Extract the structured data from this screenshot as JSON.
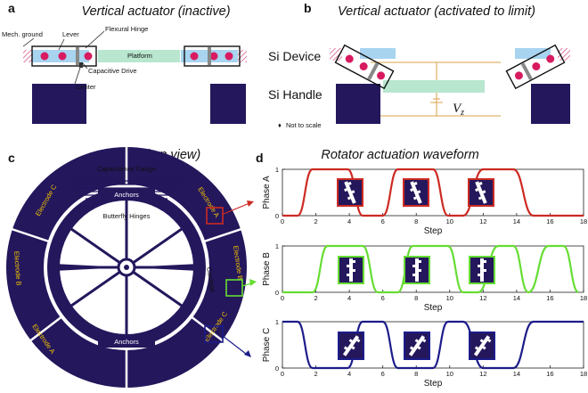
{
  "panels": {
    "a": {
      "letter": "a",
      "title": "Vertical actuator (inactive)",
      "labels": {
        "mech_ground": "Mech. ground",
        "lever": "Lever",
        "flexural_hinge": "Flexural Hinge",
        "platform": "Platform",
        "capacitive_drive": "Capacitive Drive",
        "limiter": "Limiter"
      }
    },
    "b": {
      "letter": "b",
      "title": "Vertical actuator (activated to limit)",
      "si_device": "Si Device",
      "si_handle": "Si Handle",
      "vz_main": "V",
      "vz_sub": "z",
      "note": "Not to scale"
    },
    "c": {
      "letter": "c",
      "title": "Rotator (top view)",
      "labels": {
        "capacitance_gauge": "Capacitance Gauge",
        "anchors_top": "Anchors",
        "butterfly_hinges": "Butterfly Hinges",
        "carriage": "Carriage",
        "anchors_bottom": "Anchors",
        "electrode_a_right": "Electrode A",
        "electrode_b_right": "Electrode B",
        "electrode_c_right": "Electrode C",
        "electrode_c_left": "Electrode C",
        "electrode_b_left": "Electrode B",
        "electrode_a_left": "Electrode A"
      }
    },
    "d": {
      "letter": "d",
      "title": "Rotator actuation waveform"
    }
  },
  "chart_data": [
    {
      "type": "line",
      "ylabel": "Phase A",
      "xlabel": "Step",
      "xlim": [
        0,
        18
      ],
      "ylim": [
        0,
        1
      ],
      "xticks": [
        0,
        2,
        4,
        6,
        8,
        10,
        12,
        14,
        16,
        18
      ],
      "yticks": [
        0,
        1
      ],
      "color": "#cc2a22",
      "x": [
        0,
        0.9,
        1.8,
        3.0,
        3.9,
        4.8,
        6.0,
        6.9,
        7.8,
        9.0,
        9.9,
        10.8,
        12.0,
        12.9,
        13.8,
        15.0,
        15.9,
        18.0
      ],
      "y": [
        0,
        0,
        1,
        1,
        1,
        0,
        0,
        1,
        1,
        1,
        0,
        0,
        1,
        1,
        1,
        0,
        0,
        0
      ]
    },
    {
      "type": "line",
      "ylabel": "Phase B",
      "xlabel": "Step",
      "xlim": [
        0,
        18
      ],
      "ylim": [
        0,
        1
      ],
      "xticks": [
        0,
        2,
        4,
        6,
        8,
        10,
        12,
        14,
        16,
        18
      ],
      "yticks": [
        0,
        1
      ],
      "color": "#66dd33",
      "x": [
        0,
        0.9,
        1.8,
        2.7,
        3.9,
        4.8,
        5.7,
        6.9,
        7.8,
        8.7,
        9.9,
        10.8,
        11.7,
        12.9,
        13.8,
        14.7,
        15.9,
        16.8,
        17.7
      ],
      "y": [
        0,
        0,
        0,
        1,
        1,
        1,
        0,
        0,
        1,
        1,
        1,
        0,
        0,
        1,
        1,
        0,
        1,
        1,
        0
      ]
    },
    {
      "type": "line",
      "ylabel": "Phase C",
      "xlabel": "Step",
      "xlim": [
        0,
        18
      ],
      "ylim": [
        0,
        1
      ],
      "xticks": [
        0,
        2,
        4,
        6,
        8,
        10,
        12,
        14,
        16,
        18
      ],
      "yticks": [
        0,
        1
      ],
      "color": "#1c1c8a",
      "x": [
        0,
        0.9,
        1.8,
        3.0,
        3.9,
        4.8,
        6.0,
        6.9,
        7.8,
        9.0,
        9.9,
        10.8,
        12.0,
        12.9,
        13.8,
        15.0,
        15.9,
        18.0
      ],
      "y": [
        1,
        1,
        0,
        0,
        0,
        1,
        1,
        0,
        0,
        0,
        1,
        1,
        0,
        0,
        0,
        1,
        1,
        1
      ]
    }
  ],
  "colors": {
    "navy": "#24175c",
    "magenta": "#d81b60",
    "platform": "#b8e6cf",
    "blue_patch": "#a8d4f0",
    "wire": "#d8a24a",
    "hatch": "#d45a8a",
    "electrode_text": "#f2c400",
    "phase_a": "#cc2a22",
    "phase_b": "#66dd33",
    "phase_c": "#1c1c8a"
  }
}
